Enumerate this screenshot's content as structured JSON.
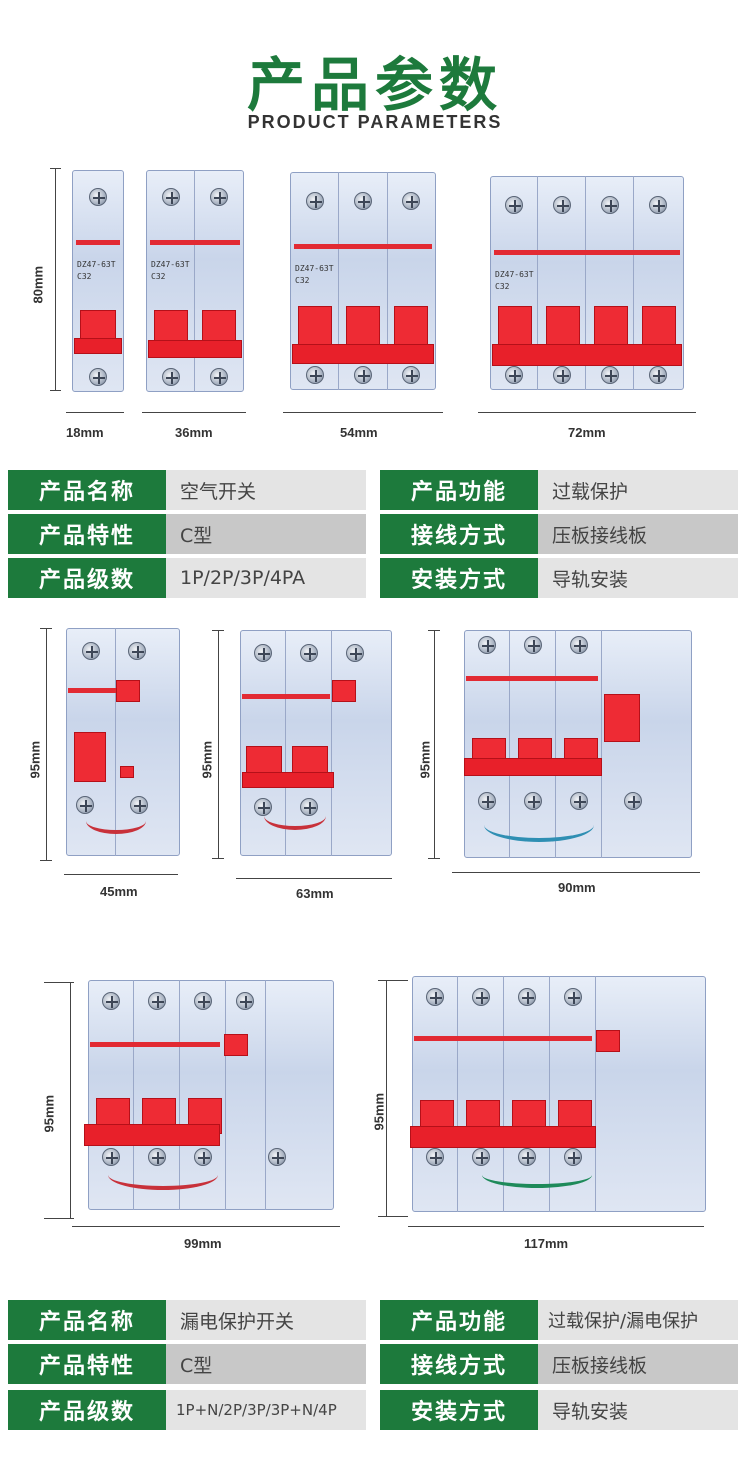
{
  "header": {
    "title_zh": "产品参数",
    "title_en": "PRODUCT PARAMETERS"
  },
  "section1": {
    "height_label": "80mm",
    "widths": [
      "18mm",
      "36mm",
      "54mm",
      "72mm"
    ],
    "model_label": "DZ47-63T",
    "current_label": "C32"
  },
  "table1": {
    "rows": [
      {
        "label_left": "产品名称",
        "value_left": "空气开关",
        "label_right": "产品功能",
        "value_right": "过载保护"
      },
      {
        "label_left": "产品特性",
        "value_left": "C型",
        "label_right": "接线方式",
        "value_right": "压板接线板"
      },
      {
        "label_left": "产品级数",
        "value_left": "1P/2P/3P/4PA",
        "label_right": "安装方式",
        "value_right": "导轨安装"
      }
    ]
  },
  "section2": {
    "height_label": "95mm",
    "widths_row1": [
      "45mm",
      "63mm",
      "90mm"
    ],
    "widths_row2": [
      "99mm",
      "117mm"
    ]
  },
  "table2": {
    "rows": [
      {
        "label_left": "产品名称",
        "value_left": "漏电保护开关",
        "label_right": "产品功能",
        "value_right": "过载保护/漏电保护"
      },
      {
        "label_left": "产品特性",
        "value_left": "C型",
        "label_right": "接线方式",
        "value_right": "压板接线板"
      },
      {
        "label_left": "产品级数",
        "value_left": "1P+N/2P/3P/3P+N/4P",
        "label_right": "安装方式",
        "value_right": "导轨安装"
      }
    ]
  },
  "colors": {
    "brand_green": "#1d7a3c",
    "breaker_red": "#e8202a",
    "cell_gray": "#e4e4e4"
  }
}
